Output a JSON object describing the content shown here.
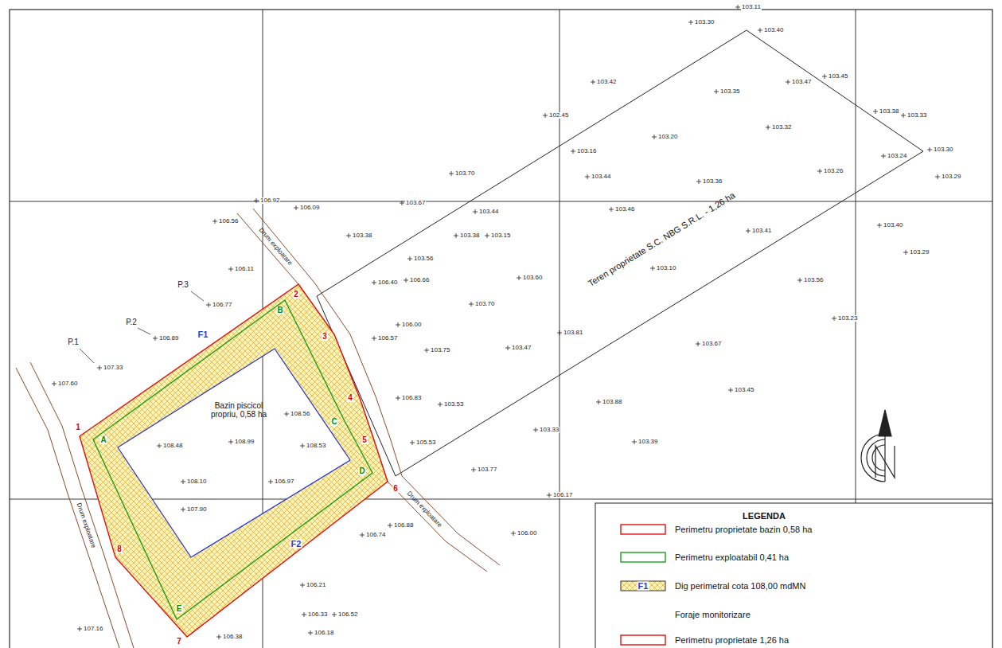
{
  "diagram": {
    "nodes": [
      {
        "text": [
          "Bazin piscicol propriu, 0,58 ha"
        ]
      },
      {
        "text": [
          "Teren proprietate S.C. NBG S.R.L. - 1,26 ha"
        ]
      }
    ],
    "labels": [
      "103.11",
      "103.30",
      "103.40",
      "103.42",
      "103.35",
      "103.47",
      "103.45",
      "102.45",
      "103.38",
      "103.33",
      "103.20",
      "103.32",
      "103.16",
      "103.70",
      "103.44",
      "103.26",
      "103.24",
      "103.30",
      "103.29",
      "103.36",
      "103.46",
      "103.40",
      "103.29",
      "103.41",
      "103.44",
      "103.67",
      "106.09",
      "106.92",
      "106.56",
      "103.38",
      "103.38",
      "103.15",
      "103.56",
      "103.10",
      "103.56",
      "103.60",
      "106.40",
      "106.66",
      "103.70",
      "106.00",
      "103.81",
      "103.23",
      "103.67",
      "106.57",
      "103.75",
      "103.47",
      "103.45",
      "103.88",
      "106.83",
      "103.53",
      "103.33",
      "103.39",
      "105.53",
      "103.77",
      "106.17",
      "106.00",
      "106.88",
      "106.74",
      "106.21",
      "106.33",
      "106.52",
      "106.18",
      "106.38",
      "107.16",
      "107.33",
      "106.89",
      "106.77",
      "106.11",
      "107.60",
      "108.48",
      "108.99",
      "108.56",
      "108.10",
      "108.53",
      "107.90",
      "106.97",
      "1",
      "2",
      "3",
      "4",
      "5",
      "6",
      "7",
      "8",
      "A",
      "B",
      "C",
      "D",
      "E",
      "F1",
      "F2",
      "P.1",
      "P.2",
      "P.3",
      "Drum exploatare",
      "Drum exploatare",
      "Drum exploatare",
      "LEGENDA",
      "F1"
    ],
    "legend": [
      {
        "text": "Perimetru proprietate bazin 0,58 ha"
      },
      {
        "text": "Perimetru exploatabil 0,41 ha"
      },
      {
        "text": "Dig perimetral cota 108,00 mdMN"
      },
      {
        "text": "Foraje monitorizare"
      },
      {
        "text": "Perimetru proprietate 1,26 ha"
      }
    ]
  }
}
